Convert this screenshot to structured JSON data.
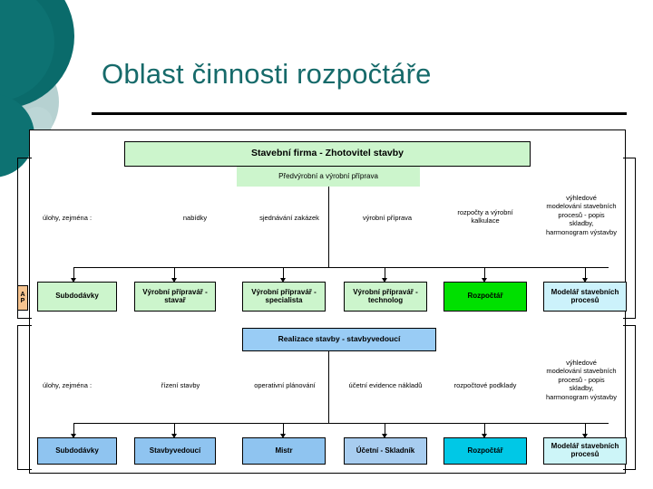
{
  "slide": {
    "title": "Oblast činnosti rozpočtáře",
    "title_color": "#166a6a",
    "accent_color": "#0d7272"
  },
  "diagram": {
    "type": "org-flowchart",
    "tiers": [
      {
        "id": "preparation",
        "header": "Stavební firma - Zhotovitel stavby",
        "subheader": "Předvýrobní a výrobní příprava",
        "header_color": "#ccf5cc",
        "tasks_label": "úlohy, zejména :",
        "task_labels": [
          "nabídky",
          "sjednávání zakázek",
          "výrobní příprava",
          "rozpočty a výrobní\nkalkulace",
          "výhledové\nmodelování stavebních\nprocesů - popis\nskladby,\nharmonogram výstavby"
        ],
        "nodes": [
          {
            "label": "Subdodávky",
            "color": "#ccf5cc"
          },
          {
            "label": "Výrobní přípravář -\nstavař",
            "color": "#ccf5cc"
          },
          {
            "label": "Výrobní přípravář -\nspecialista",
            "color": "#ccf5cc"
          },
          {
            "label": "Výrobní přípravář -\ntechnolog",
            "color": "#ccf5cc"
          },
          {
            "label": "Rozpočtář",
            "color": "#00e000"
          },
          {
            "label": "Modelář stavebních\nprocesů",
            "color": "#ccf2fb"
          }
        ]
      },
      {
        "id": "realization",
        "header": "Realizace stavby - stavbyvedoucí",
        "header_color": "#99ccf5",
        "tasks_label": "úlohy, zejména :",
        "task_labels": [
          "řízení stavby",
          "operativní plánování",
          "účetní evidence nákladů",
          "rozpočtové podklady",
          "výhledové\nmodelování stavebních\nprocesů - popis\nskladby,\nharmonogram výstavby"
        ],
        "nodes": [
          {
            "label": "Subdodávky",
            "color": "#8fc4f0"
          },
          {
            "label": "Stavbyvedoucí",
            "color": "#8fc4f0"
          },
          {
            "label": "Mistr",
            "color": "#8fc4f0"
          },
          {
            "label": "Účetní - Skladník",
            "color": "#a8cdf0"
          },
          {
            "label": "Rozpočtář",
            "color": "#00c8e6"
          },
          {
            "label": "Modelář stavebních\nprocesů",
            "color": "#cdf5f8"
          }
        ]
      }
    ],
    "ap_marker": {
      "line1": "A",
      "line2": "P"
    }
  }
}
